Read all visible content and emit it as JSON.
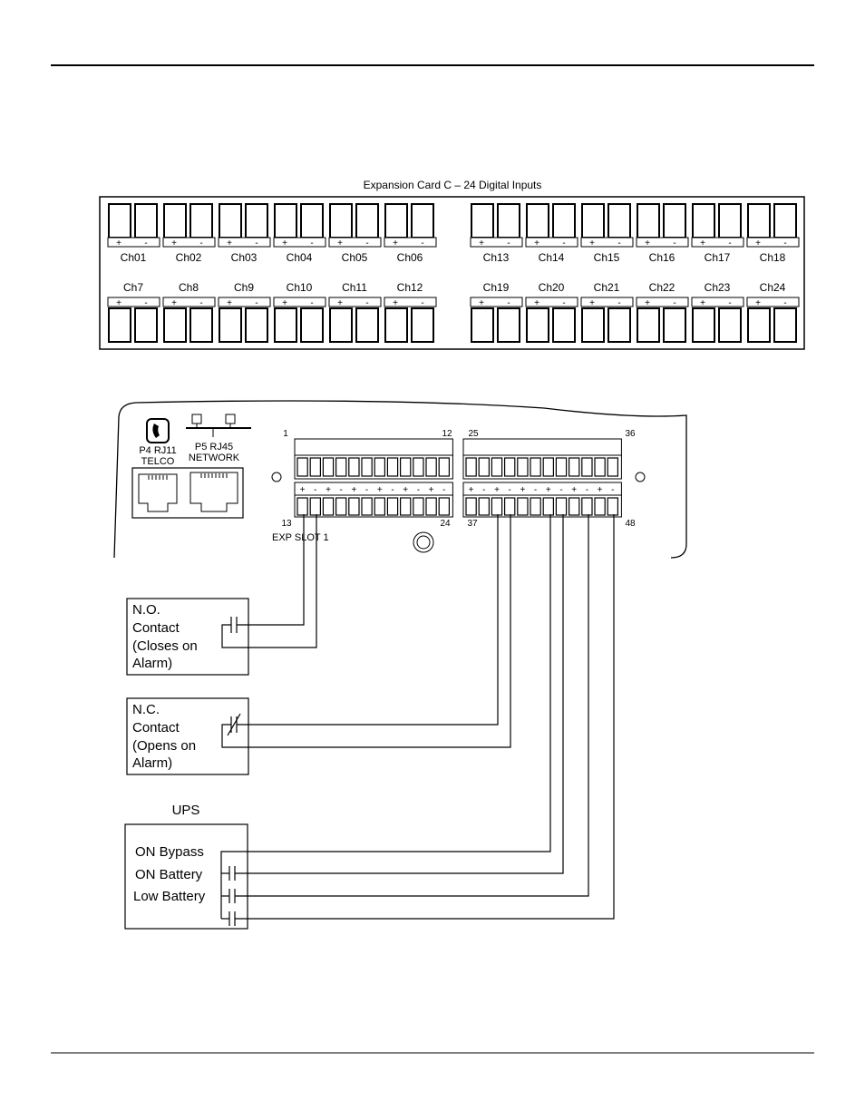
{
  "card": {
    "title": "Expansion Card C – 24 Digital Inputs",
    "top_channels_left": [
      "Ch01",
      "Ch02",
      "Ch03",
      "Ch04",
      "Ch05",
      "Ch06"
    ],
    "top_channels_right": [
      "Ch13",
      "Ch14",
      "Ch15",
      "Ch16",
      "Ch17",
      "Ch18"
    ],
    "bottom_channels_left": [
      "Ch7",
      "Ch8",
      "Ch9",
      "Ch10",
      "Ch11",
      "Ch12"
    ],
    "bottom_channels_right": [
      "Ch19",
      "Ch20",
      "Ch21",
      "Ch22",
      "Ch23",
      "Ch24"
    ],
    "plus": "+",
    "minus": "-"
  },
  "panel": {
    "telco_port": "P4 RJ11",
    "telco_label": "TELCO",
    "network_port": "P5 RJ45",
    "network_label": "NETWORK",
    "slot_label": "EXP SLOT 1",
    "pin_1": "1",
    "pin_12": "12",
    "pin_25": "25",
    "pin_36": "36",
    "pin_13": "13",
    "pin_24": "24",
    "pin_37": "37",
    "pin_48": "48"
  },
  "devices": {
    "no_contact": [
      "N.O.",
      "Contact",
      "(Closes on",
      "Alarm)"
    ],
    "nc_contact": [
      "N.C.",
      "Contact",
      "(Opens on",
      "Alarm)"
    ],
    "ups_title": "UPS",
    "ups_lines": [
      "ON Bypass",
      "ON Battery",
      "Low Battery"
    ]
  }
}
